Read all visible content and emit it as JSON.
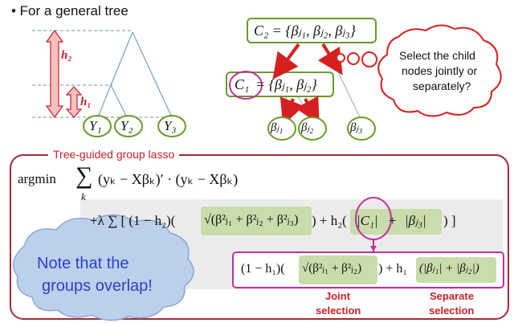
{
  "heading": "• For a general tree",
  "tree": {
    "h2": "h₂",
    "h1": "h₁",
    "leaves": [
      "Y₁",
      "Y₂",
      "Y₃"
    ]
  },
  "group_tree": {
    "c2_label": "C₂ = {βⱼ₁, βⱼ₂, βⱼ₃}",
    "c1_prefix": "C₁",
    "c1_rest": "= {βⱼ₁, βⱼ₂}",
    "leaves": [
      "βⱼ₁",
      "βⱼ₂",
      "βⱼ₃"
    ]
  },
  "thought_bubble": {
    "lines": [
      "Select the child",
      "nodes jointly or",
      "separately?"
    ]
  },
  "panel": {
    "title": "Tree-guided group lasso",
    "argmin": "argmin",
    "sum": "∑",
    "sum_index": "k",
    "loss": "(yₖ − Xβₖ)′ · (yₖ − Xβₖ)",
    "penalty_prefix": "+λ ∑ [ (1 − h₂)(",
    "penalty_joint": "√(β²ⱼ₁ + β²ⱼ₂ + β²ⱼ₃)",
    "penalty_mid": ") + h₂(",
    "penalty_c1": "|C₁|",
    "penalty_plus": "+",
    "penalty_sep": "|βⱼ₃|",
    "penalty_suffix": ") ]",
    "expansion_prefix": "(1 − h₁)(",
    "expansion_joint": "√(β²ⱼ₁ + β²ⱼ₂)",
    "expansion_mid": ") + h₁",
    "expansion_sep": "(|βⱼ₁| + |βⱼ₂|)",
    "joint_label": [
      "Joint",
      "selection"
    ],
    "separate_label": [
      "Separate",
      "selection"
    ]
  },
  "cloud": {
    "lines": [
      "Note that the",
      "groups overlap!"
    ]
  },
  "colors": {
    "green": "#6a9a2a",
    "green_fill": "#c9dcab",
    "red": "#d62020",
    "magenta": "#c0309a",
    "tree_line": "#7fa6cc",
    "dashed": "#6f8fc0",
    "panel_border": "#a02c3a",
    "gray_band": "#ececec",
    "cloud_fill": "#bcd0ec",
    "cloud_text": "#2e3fcf"
  }
}
